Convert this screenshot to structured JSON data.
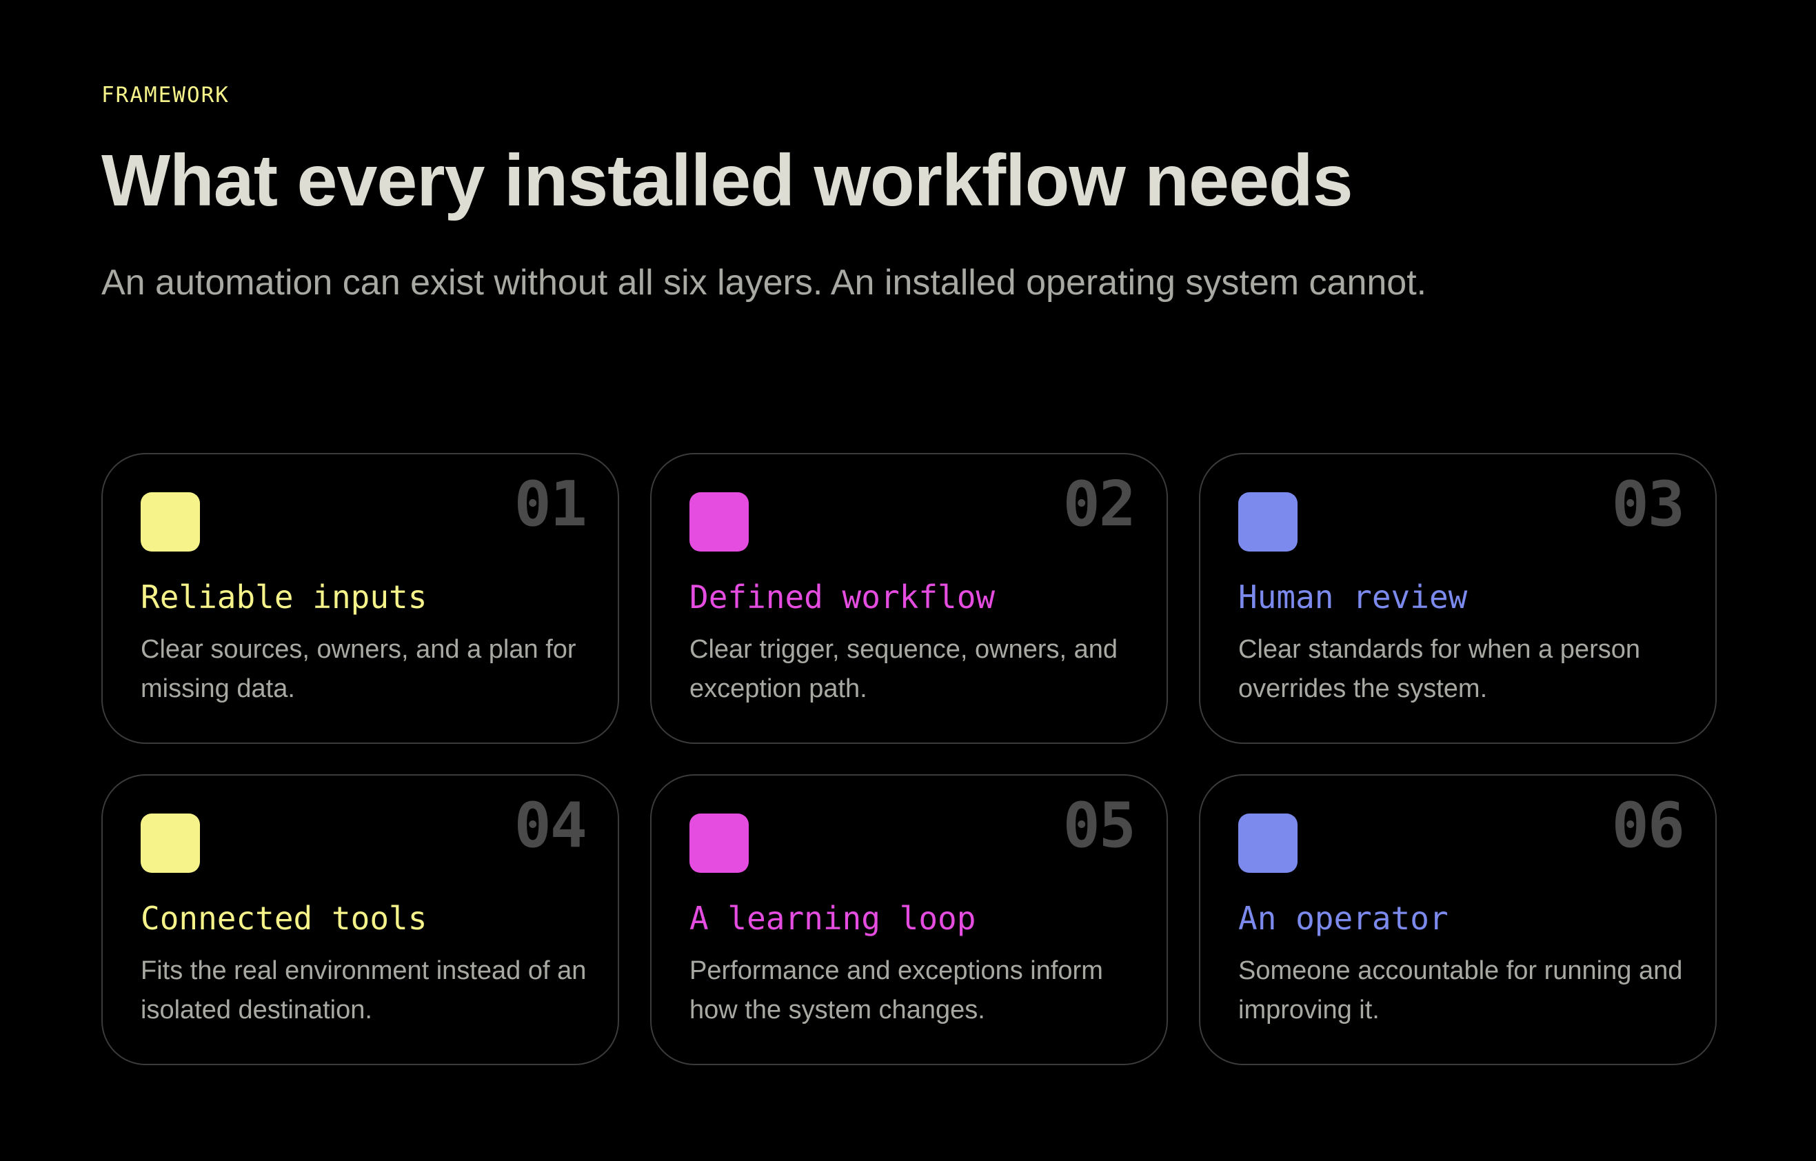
{
  "header": {
    "eyebrow": "FRAMEWORK",
    "title": "What every installed workflow needs",
    "subtitle": "An automation can exist without all six layers. An installed operating system cannot."
  },
  "colors": {
    "yellow": "#f6f38a",
    "magenta": "#e54ce0",
    "blue": "#7b8aec",
    "number": "#4a4a4a",
    "border": "#3b3b3b"
  },
  "cards": [
    {
      "number": "01",
      "title": "Reliable inputs",
      "description": "Clear sources, owners, and a plan for missing data.",
      "accent": "#f6f38a"
    },
    {
      "number": "02",
      "title": "Defined workflow",
      "description": "Clear trigger, sequence, owners, and exception path.",
      "accent": "#e54ce0"
    },
    {
      "number": "03",
      "title": "Human review",
      "description": "Clear standards for when a person overrides the system.",
      "accent": "#7b8aec"
    },
    {
      "number": "04",
      "title": "Connected tools",
      "description": "Fits the real environment instead of an isolated destination.",
      "accent": "#f6f38a"
    },
    {
      "number": "05",
      "title": "A learning loop",
      "description": "Performance and exceptions inform how the system changes.",
      "accent": "#e54ce0"
    },
    {
      "number": "06",
      "title": "An operator",
      "description": "Someone accountable for running and improving it.",
      "accent": "#7b8aec"
    }
  ]
}
